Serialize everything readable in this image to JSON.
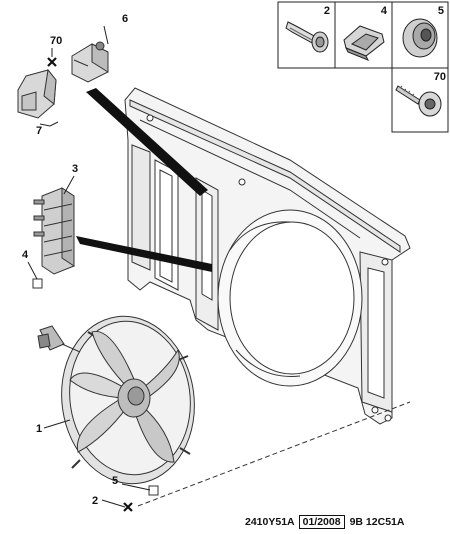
{
  "callouts": {
    "c1": "1",
    "c2_left": "2",
    "c3": "3",
    "c4_left": "4",
    "c5_left": "5",
    "c6": "6",
    "c7": "7",
    "c70_left": "70"
  },
  "legend": {
    "cell_2": "2",
    "cell_4": "4",
    "cell_5": "5",
    "cell_70": "70"
  },
  "footer": {
    "ref_code": "2410Y51A",
    "date": "01/2008",
    "model_code": "9B 12C51A"
  }
}
